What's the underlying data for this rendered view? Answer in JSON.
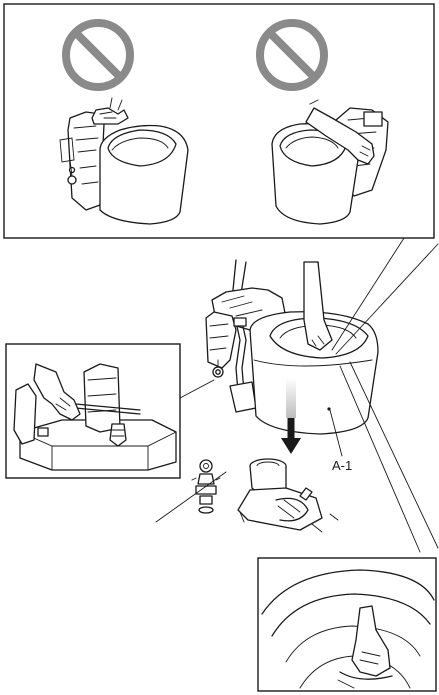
{
  "diagram": {
    "part_label": "A-1",
    "colors": {
      "line": "#1a1a1a",
      "prohibition": "#8a8a8a",
      "arrow_fill": "#1a1a1a",
      "guide_fill": "#bdbdbd",
      "background": "#ffffff"
    },
    "icons": [
      "prohibition-sign",
      "prohibition-sign",
      "down-arrow"
    ]
  }
}
